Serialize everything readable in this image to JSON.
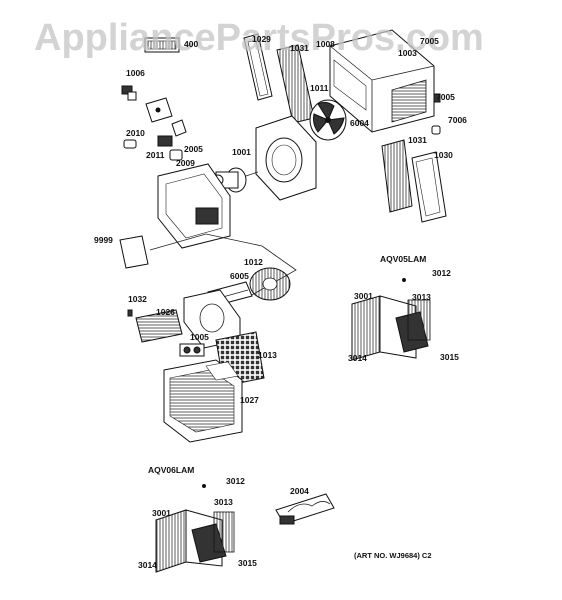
{
  "watermark": "AppliancePartsPros.com",
  "submodels": {
    "upper": "AQV05LAM",
    "lower": "AQV06LAM"
  },
  "art_number": "(ART NO. WJ9684) C2",
  "labels": {
    "p400": "400",
    "p1029": "1029",
    "p1031a": "1031",
    "p1008": "1008",
    "p1003": "1003",
    "p7005a": "7005",
    "p1006": "1006",
    "p1011": "1011",
    "p7005b": "7005",
    "p7006": "7006",
    "p6004": "6004",
    "p2010": "2010",
    "p2005": "2005",
    "p2011": "2011",
    "p2009": "2009",
    "p1001": "1001",
    "p1031b": "1031",
    "p1030": "1030",
    "p9999": "9999",
    "p1012": "1012",
    "p6005": "6005",
    "p1032": "1032",
    "p1026": "1026",
    "p1005": "1005",
    "p1013": "1013",
    "p1027": "1027",
    "p3012a": "3012",
    "p3001a": "3001",
    "p3013a": "3013",
    "p3014a": "3014",
    "p3015a": "3015",
    "p3012b": "3012",
    "p3013b": "3013",
    "p3001b": "3001",
    "p3014b": "3014",
    "p3015b": "3015",
    "p2004": "2004"
  }
}
